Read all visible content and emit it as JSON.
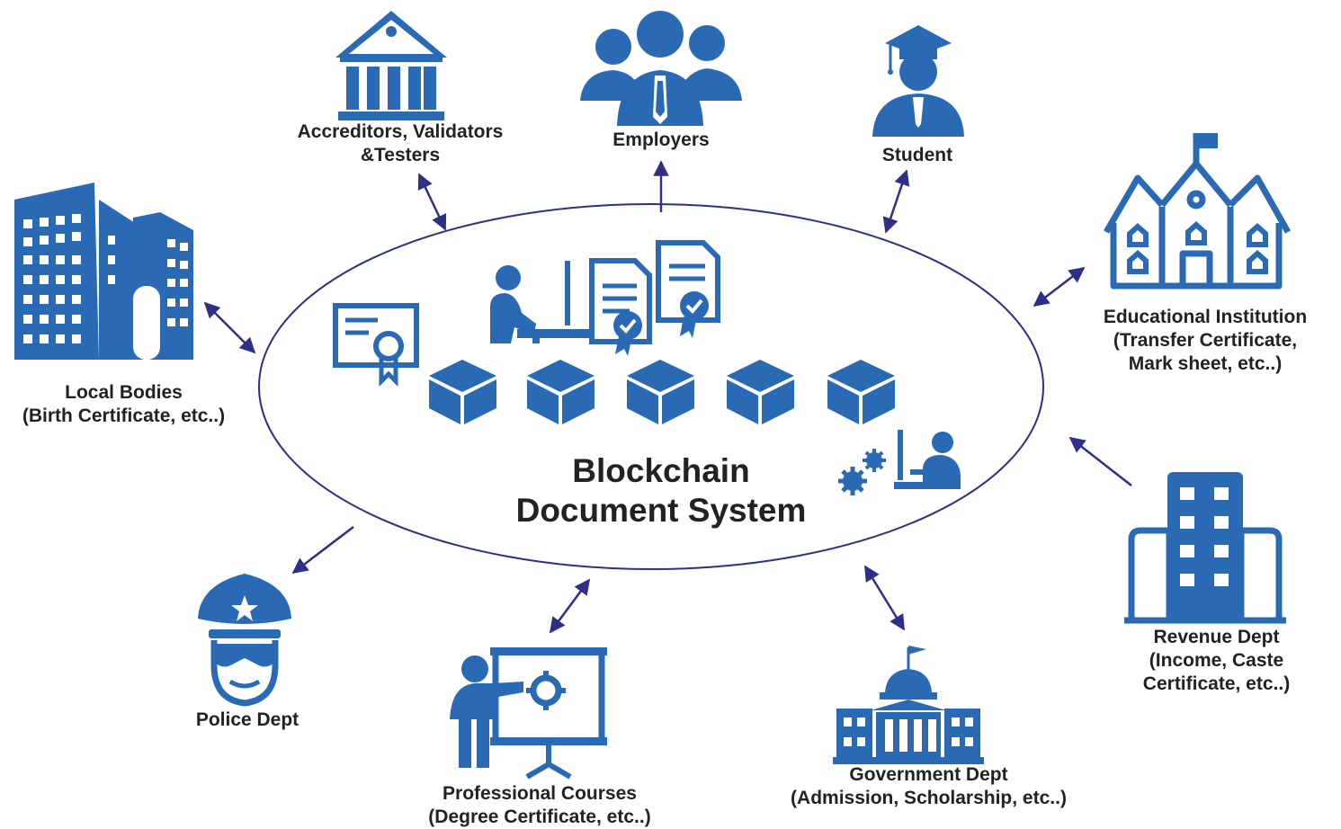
{
  "center": {
    "title_line1": "Blockchain",
    "title_line2": "Document System"
  },
  "nodes": {
    "accreditors": {
      "line1": "Accreditors, Validators",
      "line2": "&Testers"
    },
    "employers": {
      "line1": "Employers"
    },
    "student": {
      "line1": "Student"
    },
    "educational": {
      "line1": "Educational Institution",
      "line2": "(Transfer Certificate,",
      "line3": "Mark sheet, etc..)"
    },
    "local_bodies": {
      "line1": "Local Bodies",
      "line2": "(Birth Certificate, etc..)"
    },
    "revenue": {
      "line1": "Revenue Dept",
      "line2": "(Income, Caste",
      "line3": "Certificate, etc..)"
    },
    "police": {
      "line1": "Police Dept"
    },
    "professional": {
      "line1": "Professional Courses",
      "line2": "(Degree Certificate, etc..)"
    },
    "government": {
      "line1": "Government Dept",
      "line2": "(Admission, Scholarship, etc..)"
    }
  },
  "colors": {
    "icon_blue": "#2a6ab4",
    "arrow_navy": "#2e2f86",
    "ellipse_stroke": "#2e2f86",
    "text": "#222222"
  }
}
